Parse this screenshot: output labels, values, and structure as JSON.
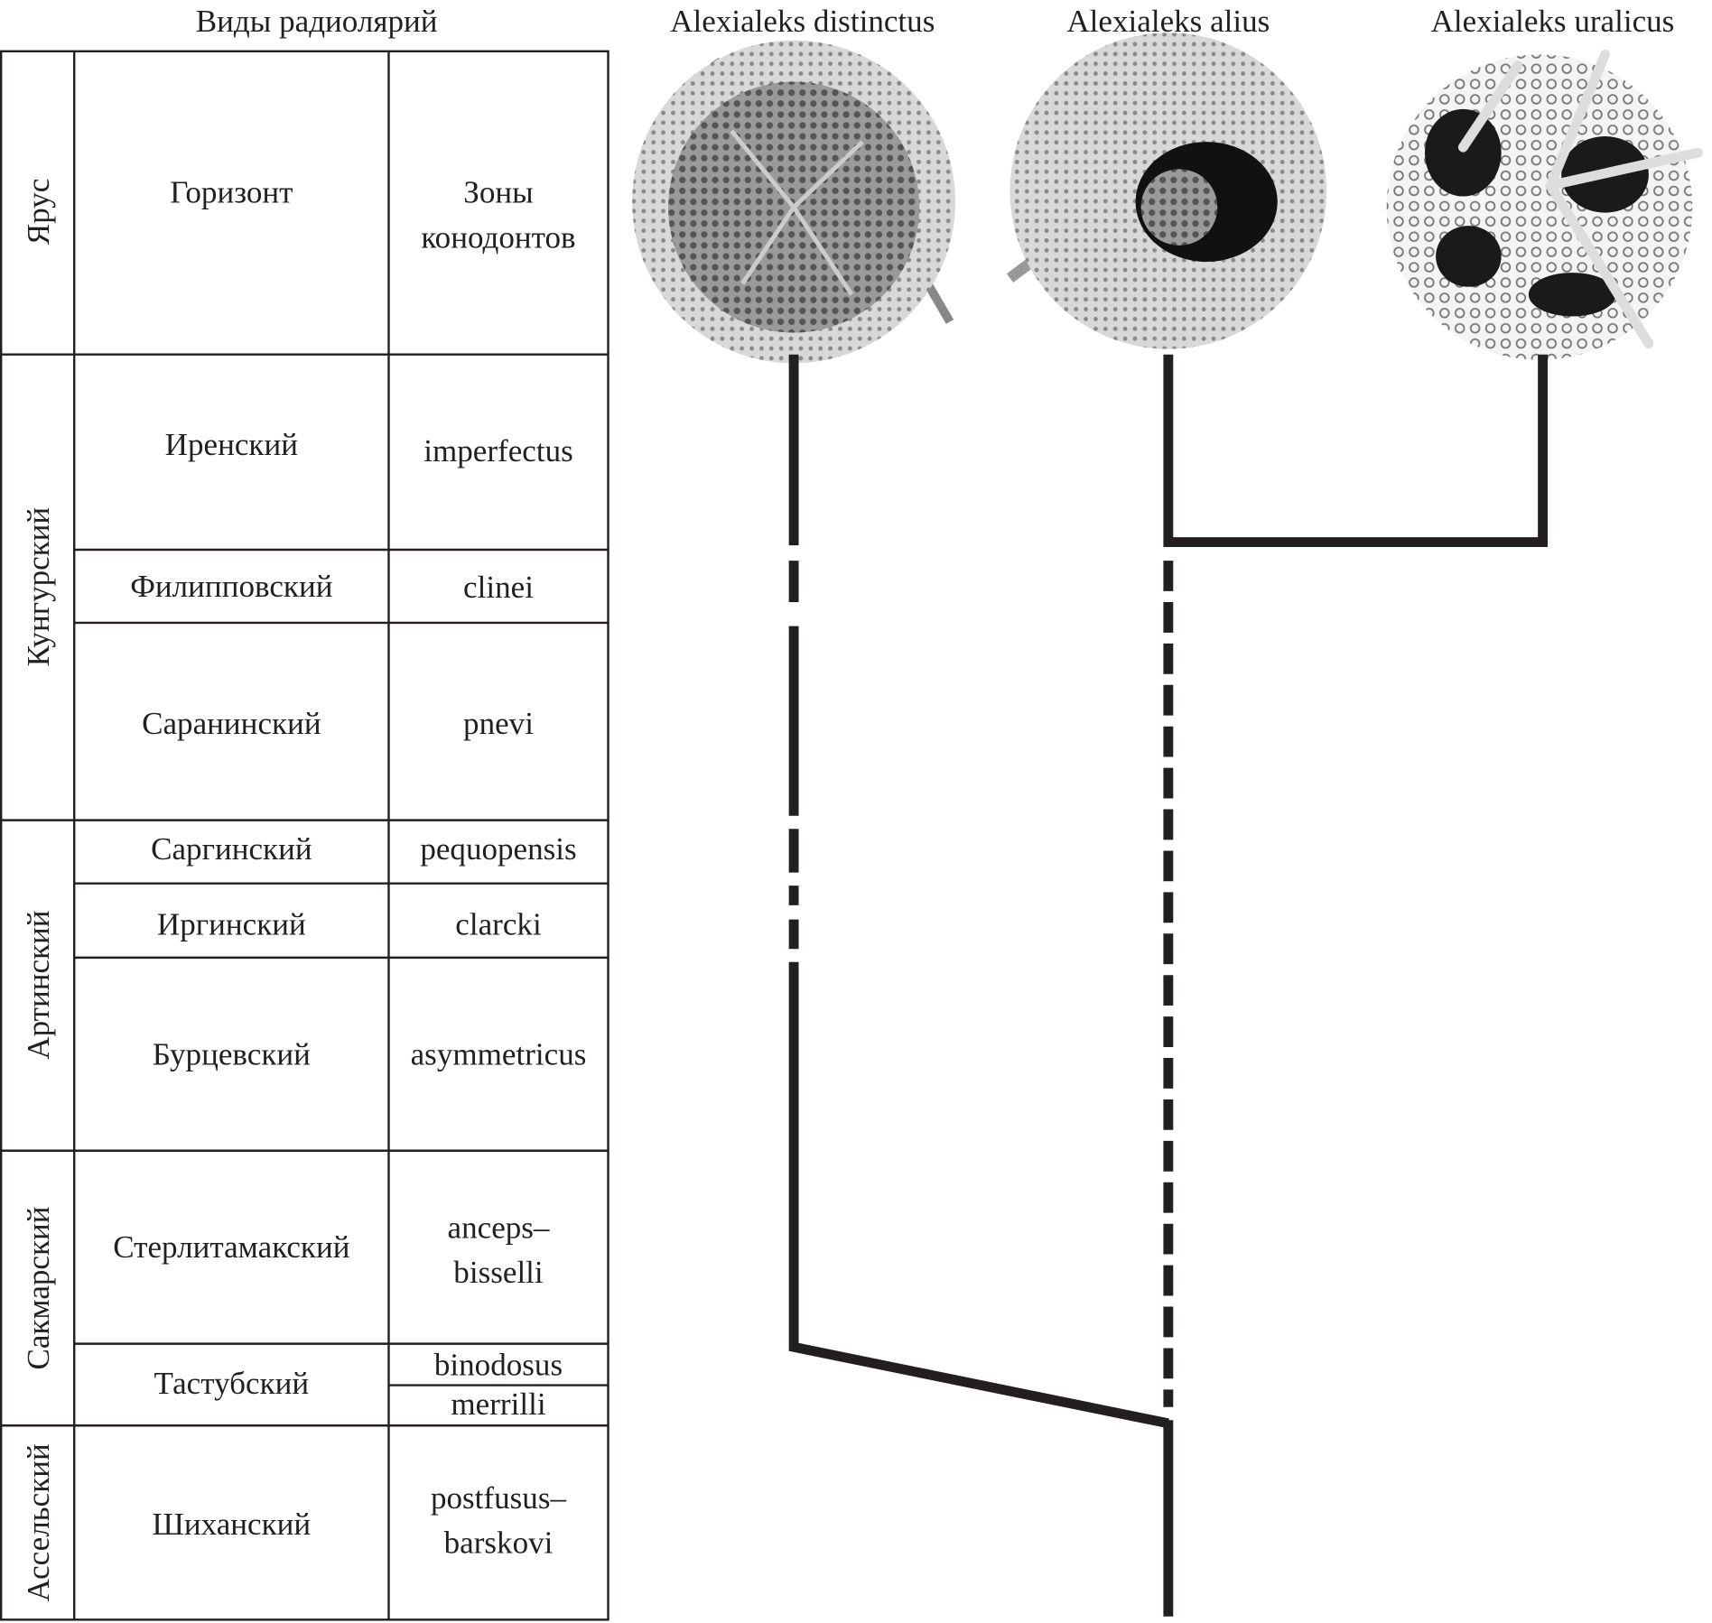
{
  "header": {
    "table_title": "Виды радиолярий",
    "species": [
      "Alexialeks distinctus",
      "Alexialeks alius",
      "Alexialeks uralicus"
    ]
  },
  "columns": {
    "stage": "Ярус",
    "horizon": "Горизонт",
    "zones": "Зоны конодонтов"
  },
  "stages": [
    "Кунгурский",
    "Артинский",
    "Сакмарский",
    "Ассельский"
  ],
  "rows": [
    {
      "horizon": "Иренский",
      "zone": "imperfectus"
    },
    {
      "horizon": "Филипповский",
      "zone": "clinei"
    },
    {
      "horizon": "Саранинский",
      "zone": "pnevi"
    },
    {
      "horizon": "Саргинский",
      "zone": "pequopensis"
    },
    {
      "horizon": "Иргинский",
      "zone": "clarcki"
    },
    {
      "horizon": "Бурцевский",
      "zone": "asymmetricus"
    },
    {
      "horizon": "Стерлитамакский",
      "zone": "anceps–",
      "zone2": "bisselli"
    },
    {
      "horizon": "Тастубский",
      "zone": "binodosus",
      "zone2": "merrilli"
    },
    {
      "horizon": "Шиханский",
      "zone": "postfusus–",
      "zone2": "barskovi"
    }
  ]
}
